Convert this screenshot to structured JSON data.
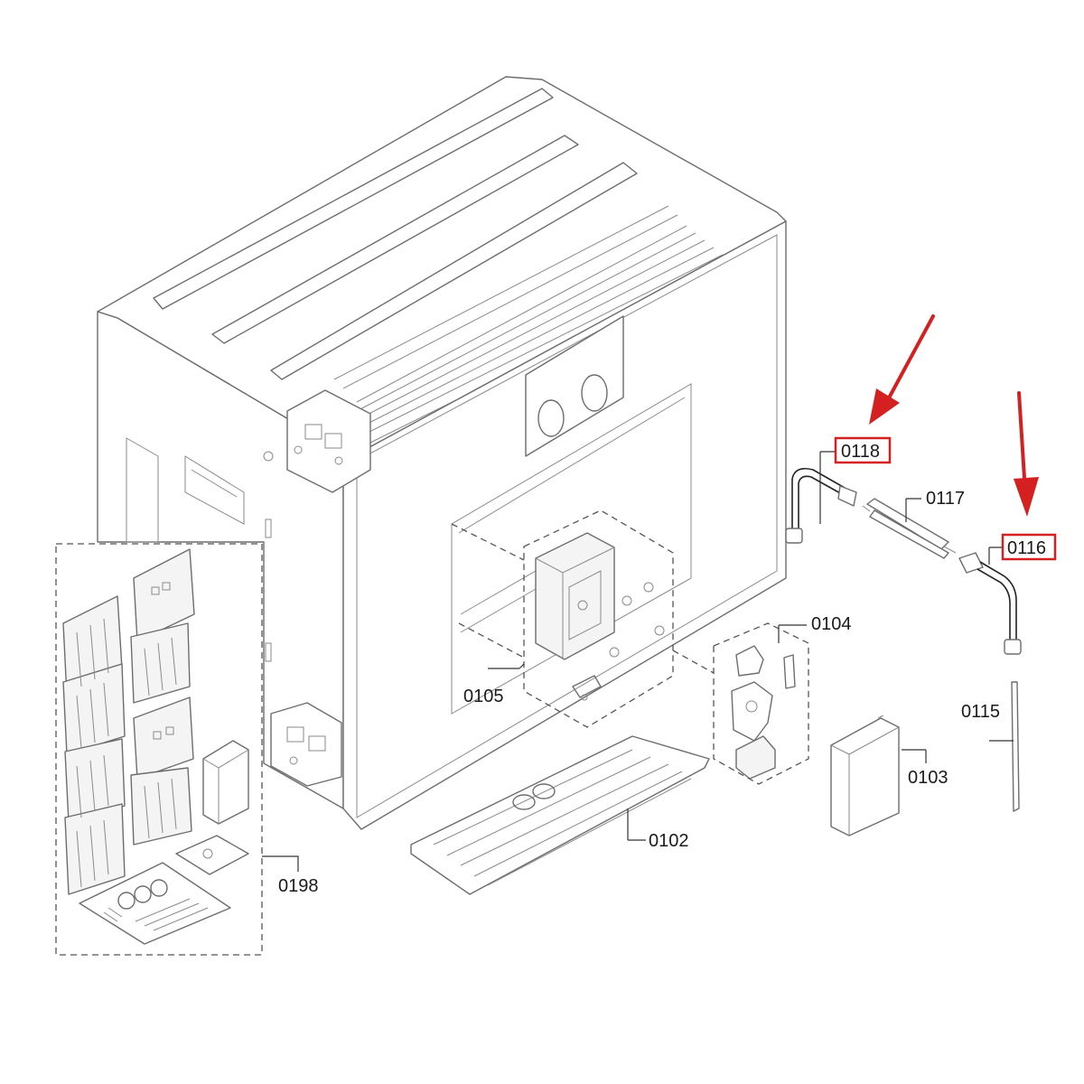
{
  "labels": {
    "part_0118": "0118",
    "part_0117": "0117",
    "part_0116": "0116",
    "part_0115": "0115",
    "part_0104": "0104",
    "part_0105": "0105",
    "part_0103": "0103",
    "part_0102": "0102",
    "part_0198": "0198"
  },
  "colors": {
    "highlight": "#d42020",
    "line": "#6d6d6d",
    "text": "#1a1a1a"
  }
}
